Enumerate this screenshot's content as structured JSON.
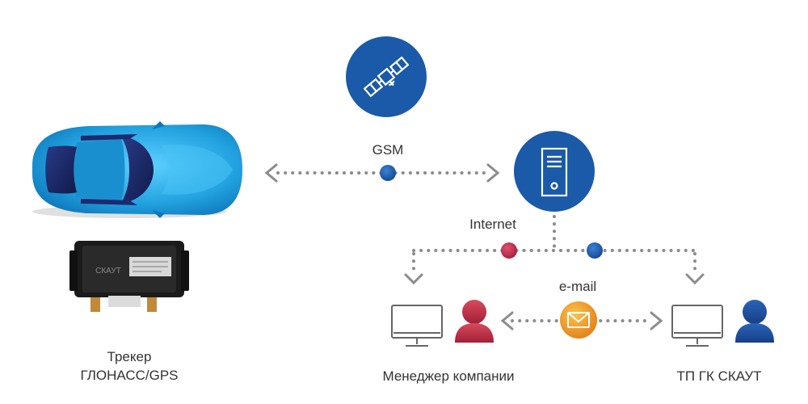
{
  "labels": {
    "gsm": "GSM",
    "internet": "Internet",
    "email": "e-mail",
    "tracker_line1": "Трекер",
    "tracker_line2": "ГЛОНАСС/GPS",
    "manager": "Менеджер компании",
    "support": "ТП ГК СКАУТ"
  },
  "device_brand": "СКАУТ",
  "colors": {
    "blue": "#1a5aa8",
    "dot_blue": "#1f63b4",
    "dot_red": "#c4325a",
    "arrow_gray": "#8c8c8c",
    "email_orange": "#f0a028",
    "manager_red": "#c0324a",
    "support_blue": "#1e4f9c",
    "car_blue": "#23a4e0"
  },
  "icons": [
    "satellite-icon",
    "server-icon",
    "monitor-icon",
    "person-icon",
    "envelope-icon",
    "car-image",
    "tracker-device-image"
  ]
}
